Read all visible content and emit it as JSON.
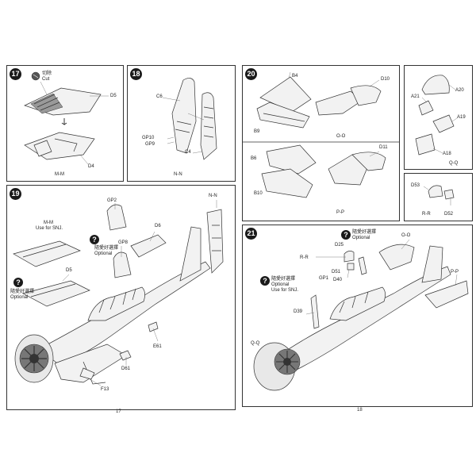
{
  "step17": {
    "number": "17",
    "cut_cn": "切除",
    "cut_en": "Cut",
    "labels": {
      "d5": "D5",
      "d4": "D4"
    },
    "view": "M-M"
  },
  "step18": {
    "number": "18",
    "labels": {
      "c6": "C6",
      "gp10": "GP10",
      "gp9": "GP9",
      "c4": "C4"
    },
    "view": "N-N"
  },
  "step19": {
    "number": "19",
    "labels": {
      "gp2": "GP2",
      "gp8": "GP8",
      "d6": "D6",
      "d5": "D5",
      "e61": "E61",
      "d61": "D61",
      "f13": "F13"
    },
    "view_nn": "N-N",
    "view_mm": "M-M",
    "snj_note": "Use for SNJ.",
    "optional_cn": "隨愛好選擇",
    "optional_en": "Optional",
    "page": "17"
  },
  "step20": {
    "number": "20",
    "labels": {
      "b4": "B4",
      "b9": "B9",
      "d10": "D10",
      "b6": "B6",
      "b10": "B10",
      "d11": "D11"
    },
    "view_oo": "O-O",
    "view_pp": "P-P"
  },
  "step_a": {
    "labels": {
      "a20": "A20",
      "a21": "A21",
      "a19": "A19",
      "a18": "A18"
    },
    "view": "Q-Q"
  },
  "step_b": {
    "labels": {
      "d53": "D53",
      "d52": "D52"
    },
    "view": "R-R"
  },
  "step21": {
    "number": "21",
    "labels": {
      "d25": "D25",
      "d51": "D51",
      "gp1": "GP1",
      "d40": "D40",
      "d39": "D39"
    },
    "view_oo": "O-O",
    "view_rr": "R-R",
    "view_pp": "P-P",
    "view_qq": "Q-Q",
    "snj_note": "Use for SNJ.",
    "optional_cn": "隨愛好選擇",
    "optional_en": "Optional",
    "page": "18"
  }
}
